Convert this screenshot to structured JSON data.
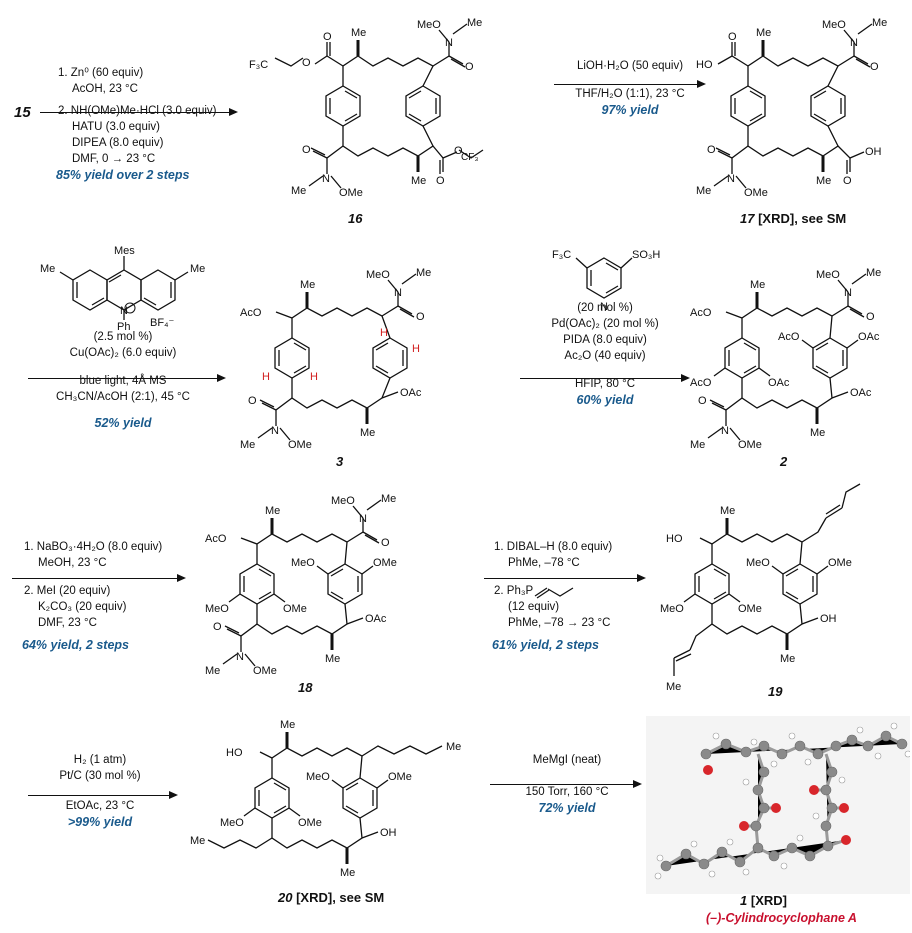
{
  "start_compound": "15",
  "step1": {
    "lines": [
      "1. Zn⁰ (60 equiv)",
      "AcOH, 23 °C",
      "2. NH(OMe)Me·HCl (3.0 equiv)",
      "HATU (3.0 equiv)",
      "DIPEA (8.0 equiv)",
      "DMF, 0 → 23 °C"
    ],
    "yield": "85% yield over 2 steps",
    "product": "16"
  },
  "step2": {
    "lines": [
      "LiOH·H₂O (50 equiv)",
      "THF/H₂O (1:1), 23 °C"
    ],
    "yield": "97% yield",
    "product": "17",
    "product_note": "[XRD], see SM"
  },
  "step3": {
    "catalyst_labels": [
      "Mes",
      "Me",
      "Me",
      "N",
      "Ph",
      "BF₄⁻"
    ],
    "lines": [
      "(2.5 mol %)",
      "Cu(OAc)₂ (6.0 equiv)",
      "blue light, 4Å MS",
      "CH₃CN/AcOH (2:1), 45 °C"
    ],
    "yield": "52% yield",
    "product": "3"
  },
  "step4": {
    "ligand_labels": [
      "F₃C",
      "SO₃H",
      "N"
    ],
    "lines": [
      "(20 mol %)",
      "Pd(OAc)₂ (20 mol %)",
      "PIDA (8.0 equiv)",
      "Ac₂O (40 equiv)",
      "HFIP, 80 °C"
    ],
    "yield": "60% yield",
    "product": "2"
  },
  "step5": {
    "lines": [
      "1. NaBO₃·4H₂O (8.0 equiv)",
      "MeOH, 23 °C",
      "2. MeI (20 equiv)",
      "K₂CO₃ (20 equiv)",
      "DMF, 23 °C"
    ],
    "yield": "64% yield, 2 steps",
    "product": "18"
  },
  "step6": {
    "lines": [
      "1. DIBAL–H (8.0 equiv)",
      "PhMe, –78 °C",
      "2. Ph₃P",
      "(12 equiv)",
      "PhMe, –78 → 23 °C"
    ],
    "yield": "61% yield, 2 steps",
    "product": "19"
  },
  "step7": {
    "lines": [
      "H₂ (1 atm)",
      "Pt/C (30 mol %)",
      "EtOAc, 23 °C"
    ],
    "yield": ">99% yield",
    "product": "20",
    "product_note": "[XRD], see SM"
  },
  "step8": {
    "lines": [
      "MeMgI (neat)",
      "150 Torr, 160 °C"
    ],
    "yield": "72% yield",
    "product": "1",
    "product_note": "[XRD]",
    "natural_product": "(–)-Cylindrocyclophane A"
  },
  "atoms": {
    "MeO": "MeO",
    "OMe": "OMe",
    "Me": "Me",
    "N": "N",
    "O": "O",
    "F3C": "F₃C",
    "CF3": "CF₃",
    "HO": "HO",
    "OH": "OH",
    "AcO": "AcO",
    "OAc": "OAc",
    "H": "H"
  },
  "colors": {
    "yield": "#1a5a8c",
    "natural_product": "#c8102e",
    "highlight_h": "#d21f1f"
  }
}
